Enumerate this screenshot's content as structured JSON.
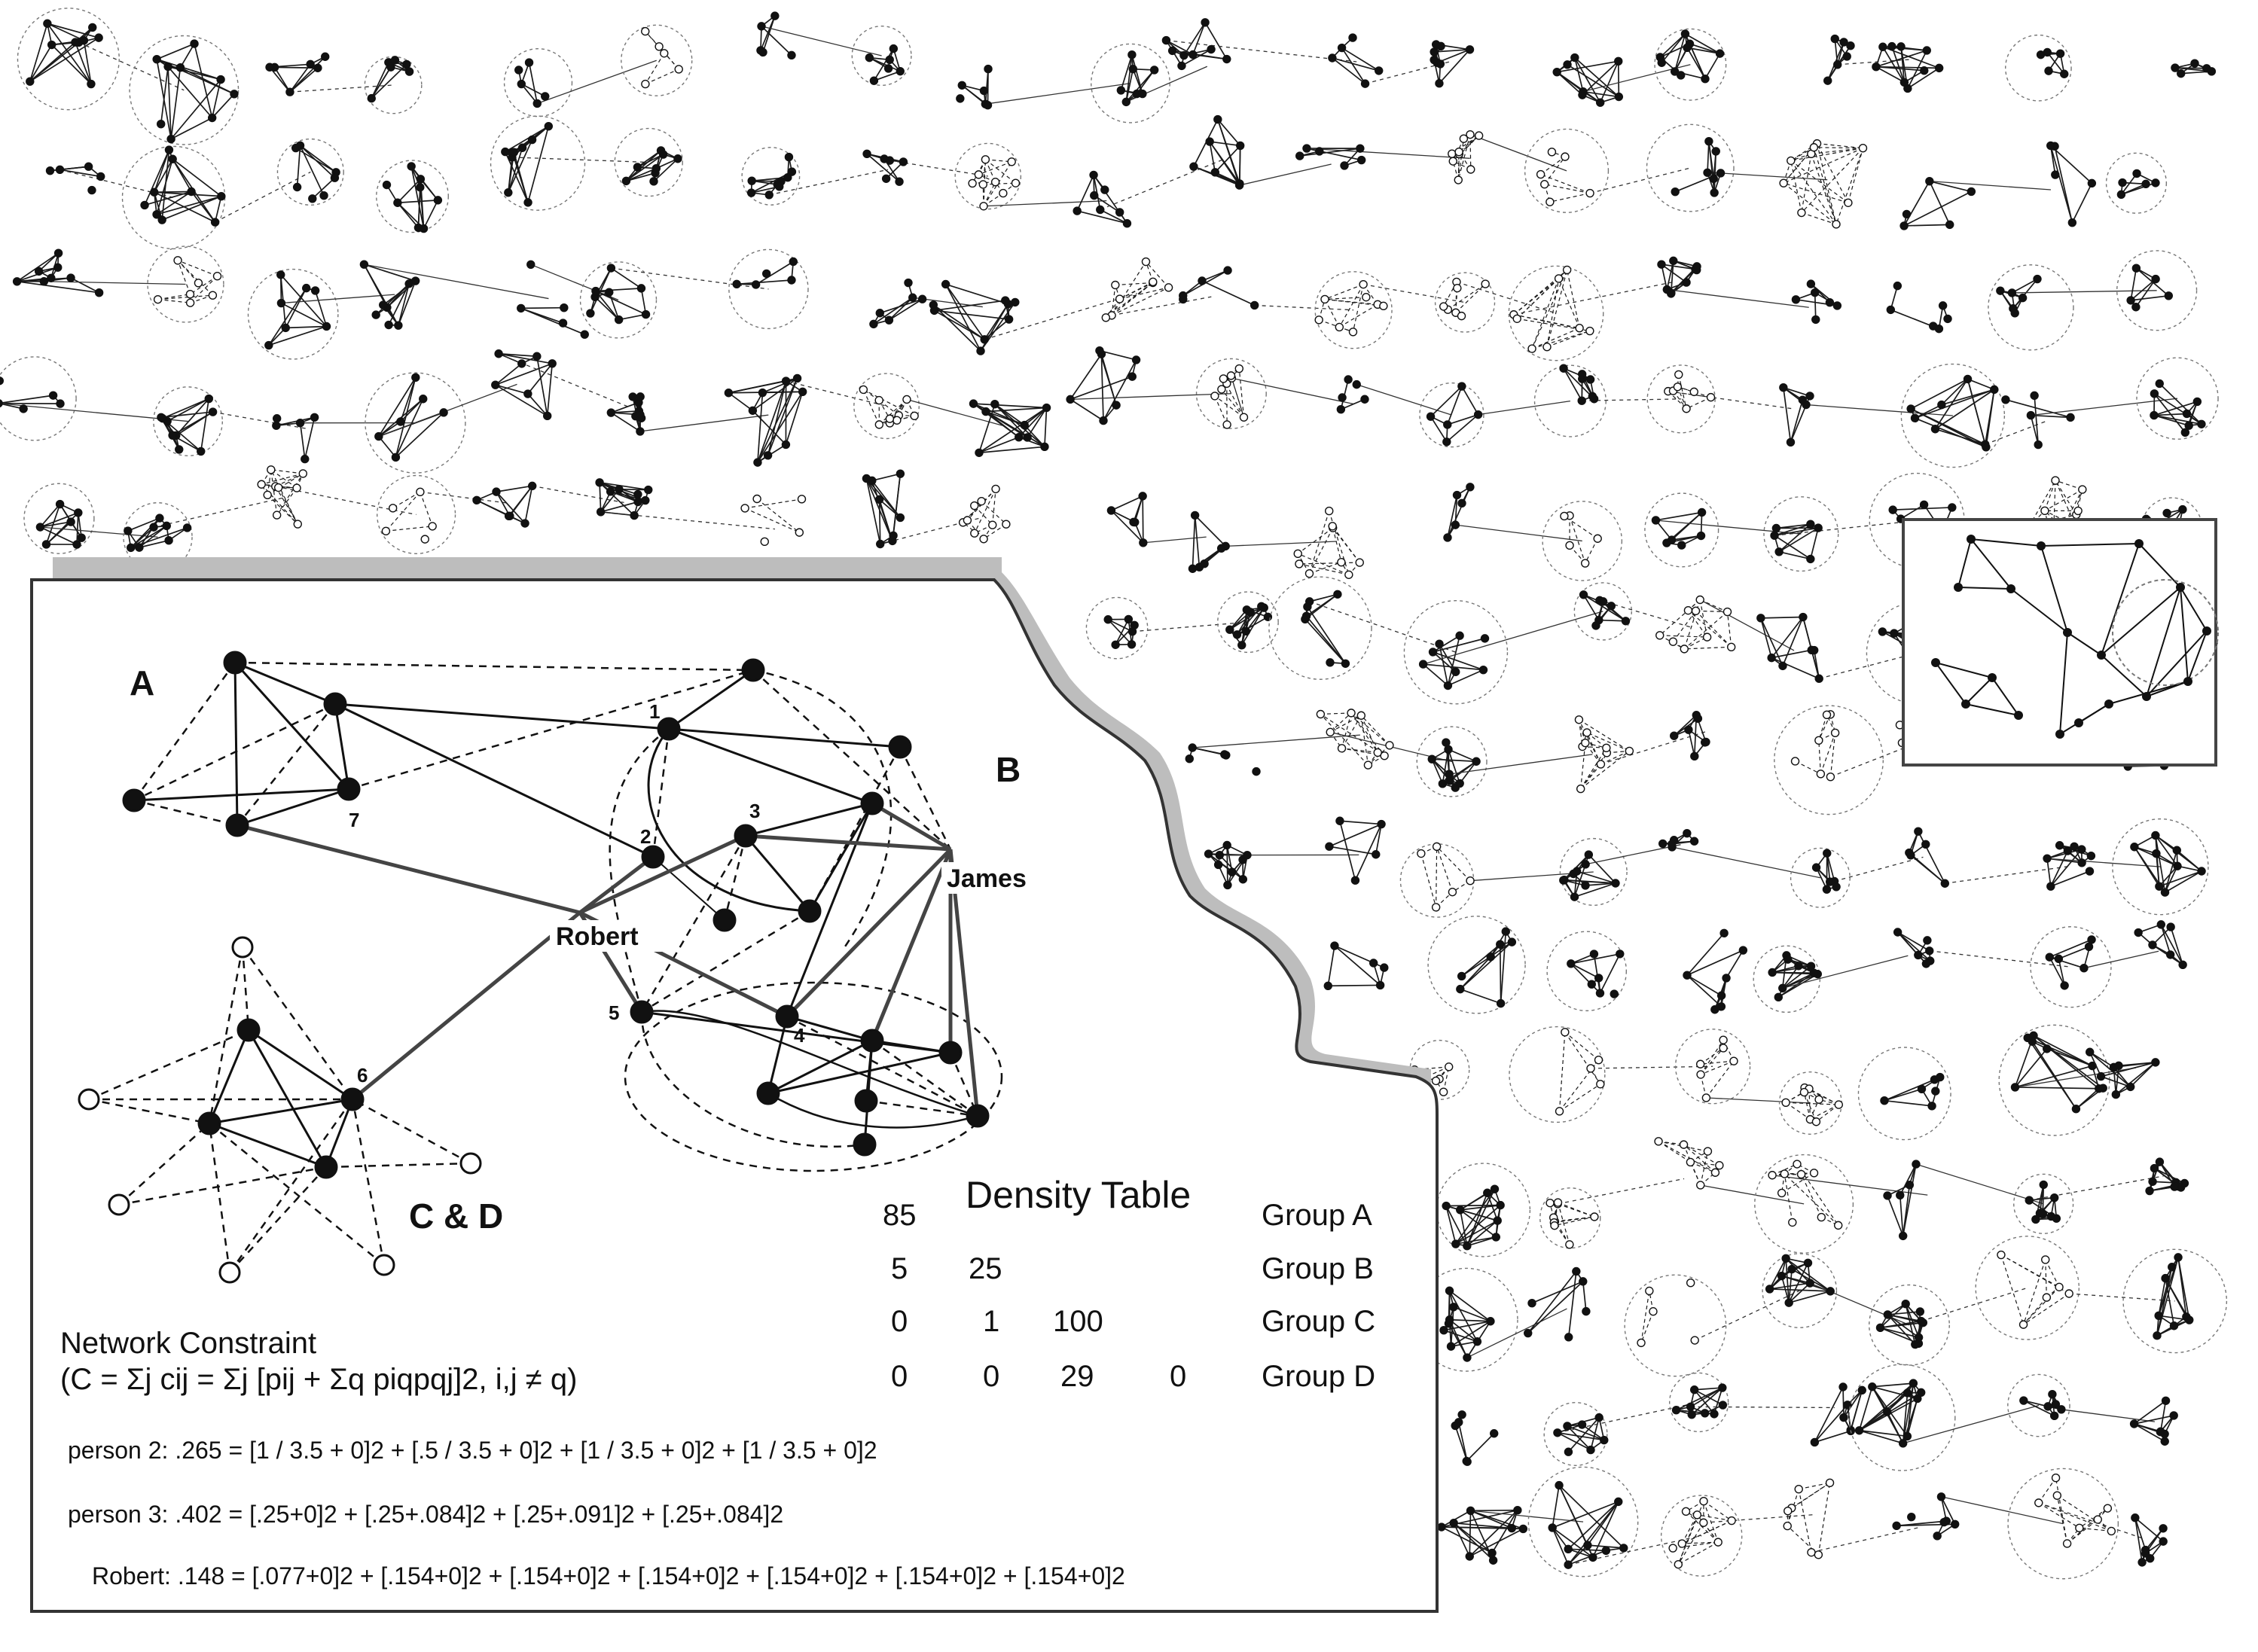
{
  "diagram": {
    "groups": {
      "a": "A",
      "b": "B",
      "cd": "C & D"
    },
    "people": {
      "robert": "Robert",
      "james": "James"
    },
    "node_numbers": [
      "1",
      "2",
      "3",
      "4",
      "5",
      "6",
      "7"
    ]
  },
  "density_table": {
    "title": "Density Table",
    "rows": [
      {
        "values": [
          "85"
        ],
        "label": "Group A"
      },
      {
        "values": [
          "5",
          "25"
        ],
        "label": "Group B"
      },
      {
        "values": [
          "0",
          "1",
          "100"
        ],
        "label": "Group C"
      },
      {
        "values": [
          "0",
          "0",
          "29",
          "0"
        ],
        "label": "Group D"
      }
    ]
  },
  "network_constraint": {
    "title": "Network Constraint",
    "formula": "(C = Σj cij = Σj [pij + Σq piqpqj]2, i,j ≠ q)"
  },
  "constraint_rows": [
    {
      "name": "person 2:",
      "value": ".265",
      "expr": "= [1 / 3.5 + 0]2 + [.5 / 3.5 + 0]2 + [1 / 3.5 + 0]2 + [1 / 3.5 + 0]2"
    },
    {
      "name": "person 3:",
      "value": ".402",
      "expr": "= [.25+0]2 + [.25+.084]2 + [.25+.091]2 + [.25+.084]2"
    },
    {
      "name": "Robert:",
      "value": ".148",
      "expr": "= [.077+0]2 + [.154+0]2 + [.154+0]2 + [.154+0]2 + [.154+0]2 + [.154+0]2 + [.154+0]2"
    }
  ],
  "colors": {
    "panel_border": "#333333",
    "shadow": "#bdbdbd",
    "edge": "#111111"
  }
}
